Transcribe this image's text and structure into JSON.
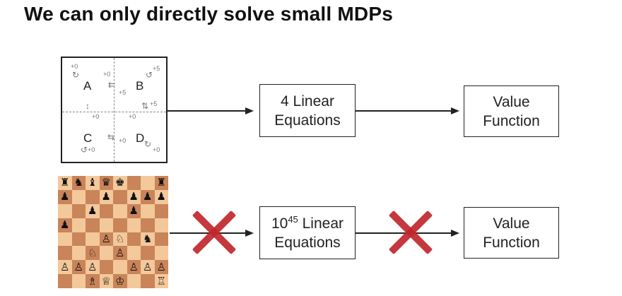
{
  "title": "We can only directly solve small MDPs",
  "gridworld": {
    "states": [
      "A",
      "B",
      "C",
      "D"
    ],
    "rewards": [
      "+0",
      "+0",
      "+5",
      "+5",
      "+5",
      "+0",
      "+0",
      "+0",
      "+0",
      "+0"
    ]
  },
  "chess_board": [
    [
      "♜",
      "♞",
      "♝",
      "♛",
      "♚",
      "",
      "",
      "♜"
    ],
    [
      "♟",
      "",
      "",
      "♟",
      "",
      "♟",
      "♟",
      "♟"
    ],
    [
      "",
      "",
      "♟",
      "",
      "",
      "♟",
      "",
      ""
    ],
    [
      "♟",
      "",
      "",
      "",
      "",
      "",
      "",
      ""
    ],
    [
      "",
      "",
      "",
      "♙",
      "♘",
      "",
      "♞",
      ""
    ],
    [
      "",
      "",
      "♘",
      "",
      "♙",
      "",
      "",
      ""
    ],
    [
      "♙",
      "♙",
      "♙",
      "",
      "",
      "♙",
      "♙",
      "♙"
    ],
    [
      "",
      "",
      "♗",
      "♕",
      "♔",
      "",
      "",
      "♖"
    ]
  ],
  "top_row": {
    "equations": "4 Linear Equations",
    "equations_line1": "4 Linear",
    "equations_line2": "Equations",
    "result_line1": "Value",
    "result_line2": "Function"
  },
  "bottom_row": {
    "equations_base": "10",
    "equations_exp": "45",
    "equations_line1_rest": " Linear",
    "equations_line2": "Equations",
    "result_line1": "Value",
    "result_line2": "Function"
  },
  "colors": {
    "cross": "#c0272d",
    "chess_light": "#f3c89a",
    "chess_dark": "#c9845a"
  }
}
